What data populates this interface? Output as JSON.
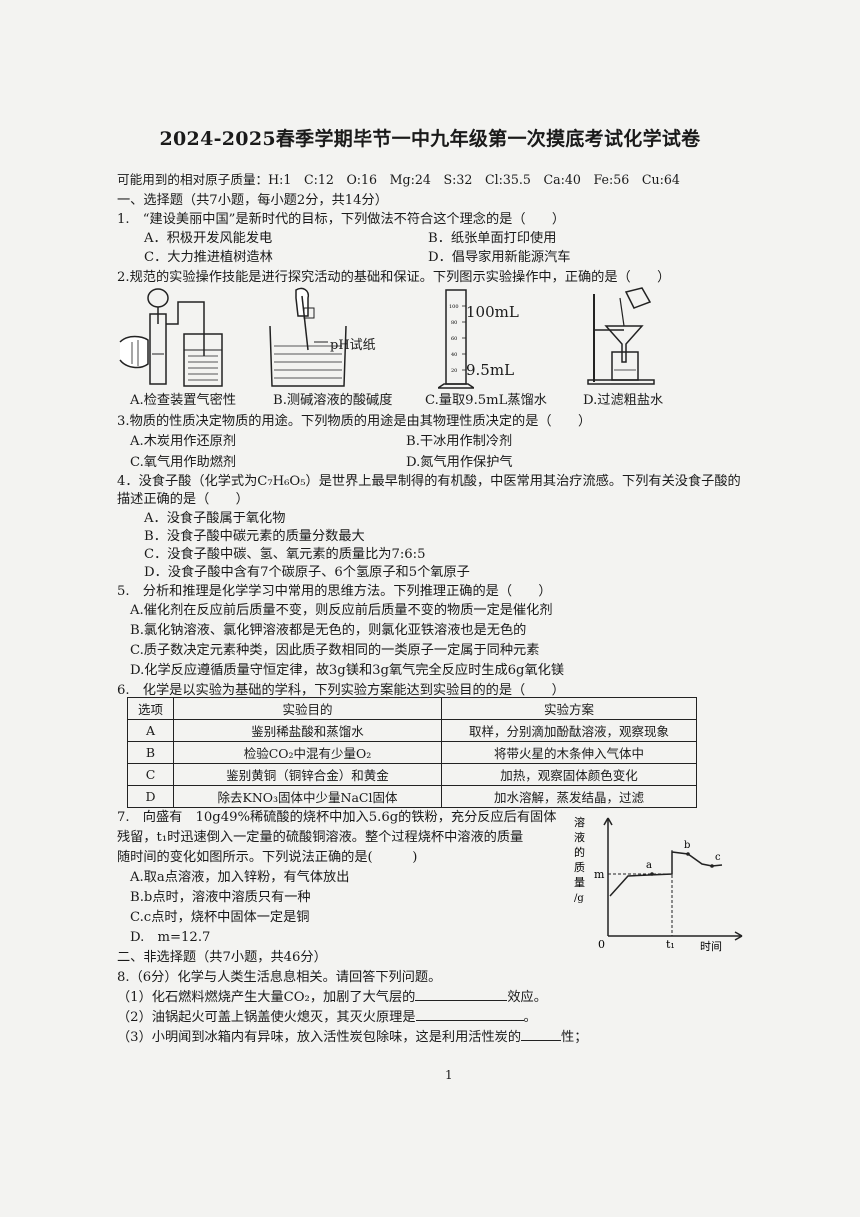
{
  "title": "2024-2025春季学期毕节一中九年级第一次摸底考试化学试卷",
  "atomic_masses": "可能用到的相对原子质量：H:1　C:12　O:16　Mg:24　S:32　Cl:35.5　Ca:40　Fe:56　Cu:64",
  "section1": "一、选择题（共7小题，每小题2分，共14分）",
  "q1": {
    "stem": "1.　“建设美丽中国”是新时代的目标，下列做法不符合这个理念的是（　　）",
    "A": "A．积极开发风能发电",
    "B": "B．纸张单面打印使用",
    "C": "C．大力推进植树造林",
    "D": "D．倡导家用新能源汽车"
  },
  "q2": {
    "stem": "2.规范的实验操作技能是进行探究活动的基础和保证。下列图示实验操作中，正确的是（　　）",
    "A": "A.检查装置气密性",
    "B": "B.测碱溶液的酸碱度",
    "C": "C.量取9.5mL蒸馏水",
    "D": "D.过滤粗盐水",
    "ph_label": "pH试纸",
    "cyl_top": "100mL",
    "cyl_bottom": "9.5mL",
    "cyl_ticks": [
      "100",
      "80",
      "60",
      "40",
      "20"
    ]
  },
  "q3": {
    "stem": "3.物质的性质决定物质的用途。下列物质的用途是由其物理性质决定的是（　　）",
    "A": "A.木炭用作还原剂",
    "B": "B.干冰用作制冷剂",
    "C": "C.氧气用作助燃剂",
    "D": "D.氮气用作保护气"
  },
  "q4": {
    "stem1": "4．没食子酸（化学式为C₇H₆O₅）是世界上最早制得的有机酸，中医常用其治疗流感。下列有关没食子酸的",
    "stem2": "描述正确的是（　　）",
    "A": "A．没食子酸属于氧化物",
    "B": "B．没食子酸中碳元素的质量分数最大",
    "C": "C．没食子酸中碳、氢、氧元素的质量比为7:6:5",
    "D": "D．没食子酸中含有7个碳原子、6个氢原子和5个氧原子"
  },
  "q5": {
    "stem": "5.　分析和推理是化学学习中常用的思维方法。下列推理正确的是（　　）",
    "A": "A.催化剂在反应前后质量不变，则反应前后质量不变的物质一定是催化剂",
    "B": "B.氯化钠溶液、氯化钾溶液都是无色的，则氯化亚铁溶液也是无色的",
    "C": "C.质子数决定元素种类，因此质子数相同的一类原子一定属于同种元素",
    "D": "D.化学反应遵循质量守恒定律，故3g镁和3g氧气完全反应时生成6g氧化镁"
  },
  "q6": {
    "stem": "6.　化学是以实验为基础的学科，下列实验方案能达到实验目的的是（　　）",
    "headers": [
      "选项",
      "实验目的",
      "实验方案"
    ],
    "rows": [
      [
        "A",
        "鉴别稀盐酸和蒸馏水",
        "取样，分别滴加酚酞溶液，观察现象"
      ],
      [
        "B",
        "检验CO₂中混有少量O₂",
        "将带火星的木条伸入气体中"
      ],
      [
        "C",
        "鉴别黄铜（铜锌合金）和黄金",
        "加热，观察固体颜色变化"
      ],
      [
        "D",
        "除去KNO₃固体中少量NaCl固体",
        "加水溶解，蒸发结晶，过滤"
      ]
    ]
  },
  "q7": {
    "stem1": "7.　向盛有　10g49%稀硫酸的烧杯中加入5.6g的铁粉，充分反应后有固体",
    "stem2": "残留，t₁时迅速倒入一定量的硫酸铜溶液。整个过程烧杯中溶液的质量",
    "stem3": "随时间的变化如图所示。下列说法正确的是(　　　)",
    "A": "A.取a点溶液，加入锌粉，有气体放出",
    "B": "B.b点时，溶液中溶质只有一种",
    "C": "C.c点时，烧杯中固体一定是铜",
    "D": "D.　m=12.7",
    "graph": {
      "ylabel": [
        "溶",
        "液",
        "的",
        "质",
        "量",
        "/g"
      ],
      "m": "m",
      "origin": "0",
      "t1": "t₁",
      "xlabel": "时间",
      "pa": "a",
      "pb": "b",
      "pc": "c"
    }
  },
  "section2": "二、非选择题（共7小题，共46分）",
  "q8": {
    "stem": "8.（6分）化学与人类生活息息相关。请回答下列问题。",
    "p1a": "（1）化石燃料燃烧产生大量CO₂，加剧了大气层的",
    "p1b": "效应。",
    "p2a": "（2）油锅起火可盖上锅盖使火熄灭，其灭火原理是",
    "p2b": "。",
    "p3a": "（3）小明闻到冰箱内有异味，放入活性炭包除味，这是利用活性炭的",
    "p3b": "性；"
  },
  "page_number": "1"
}
